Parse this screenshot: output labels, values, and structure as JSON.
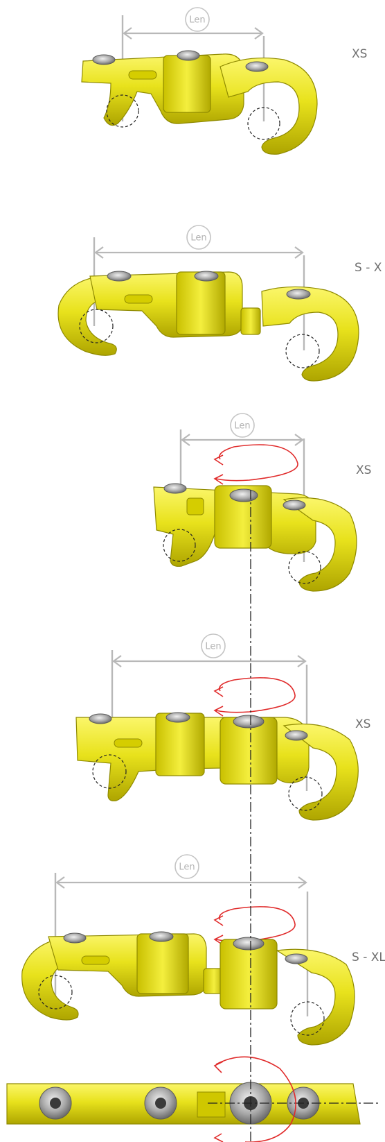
{
  "dimension_label": "Len",
  "accent_rotation_color": "#e02a2a",
  "implant_color": "#e6e020",
  "items": [
    {
      "size_label": "XS"
    },
    {
      "size_label": "S - X"
    },
    {
      "size_label": "XS"
    },
    {
      "size_label": "XS"
    },
    {
      "size_label": "S - XL"
    }
  ]
}
